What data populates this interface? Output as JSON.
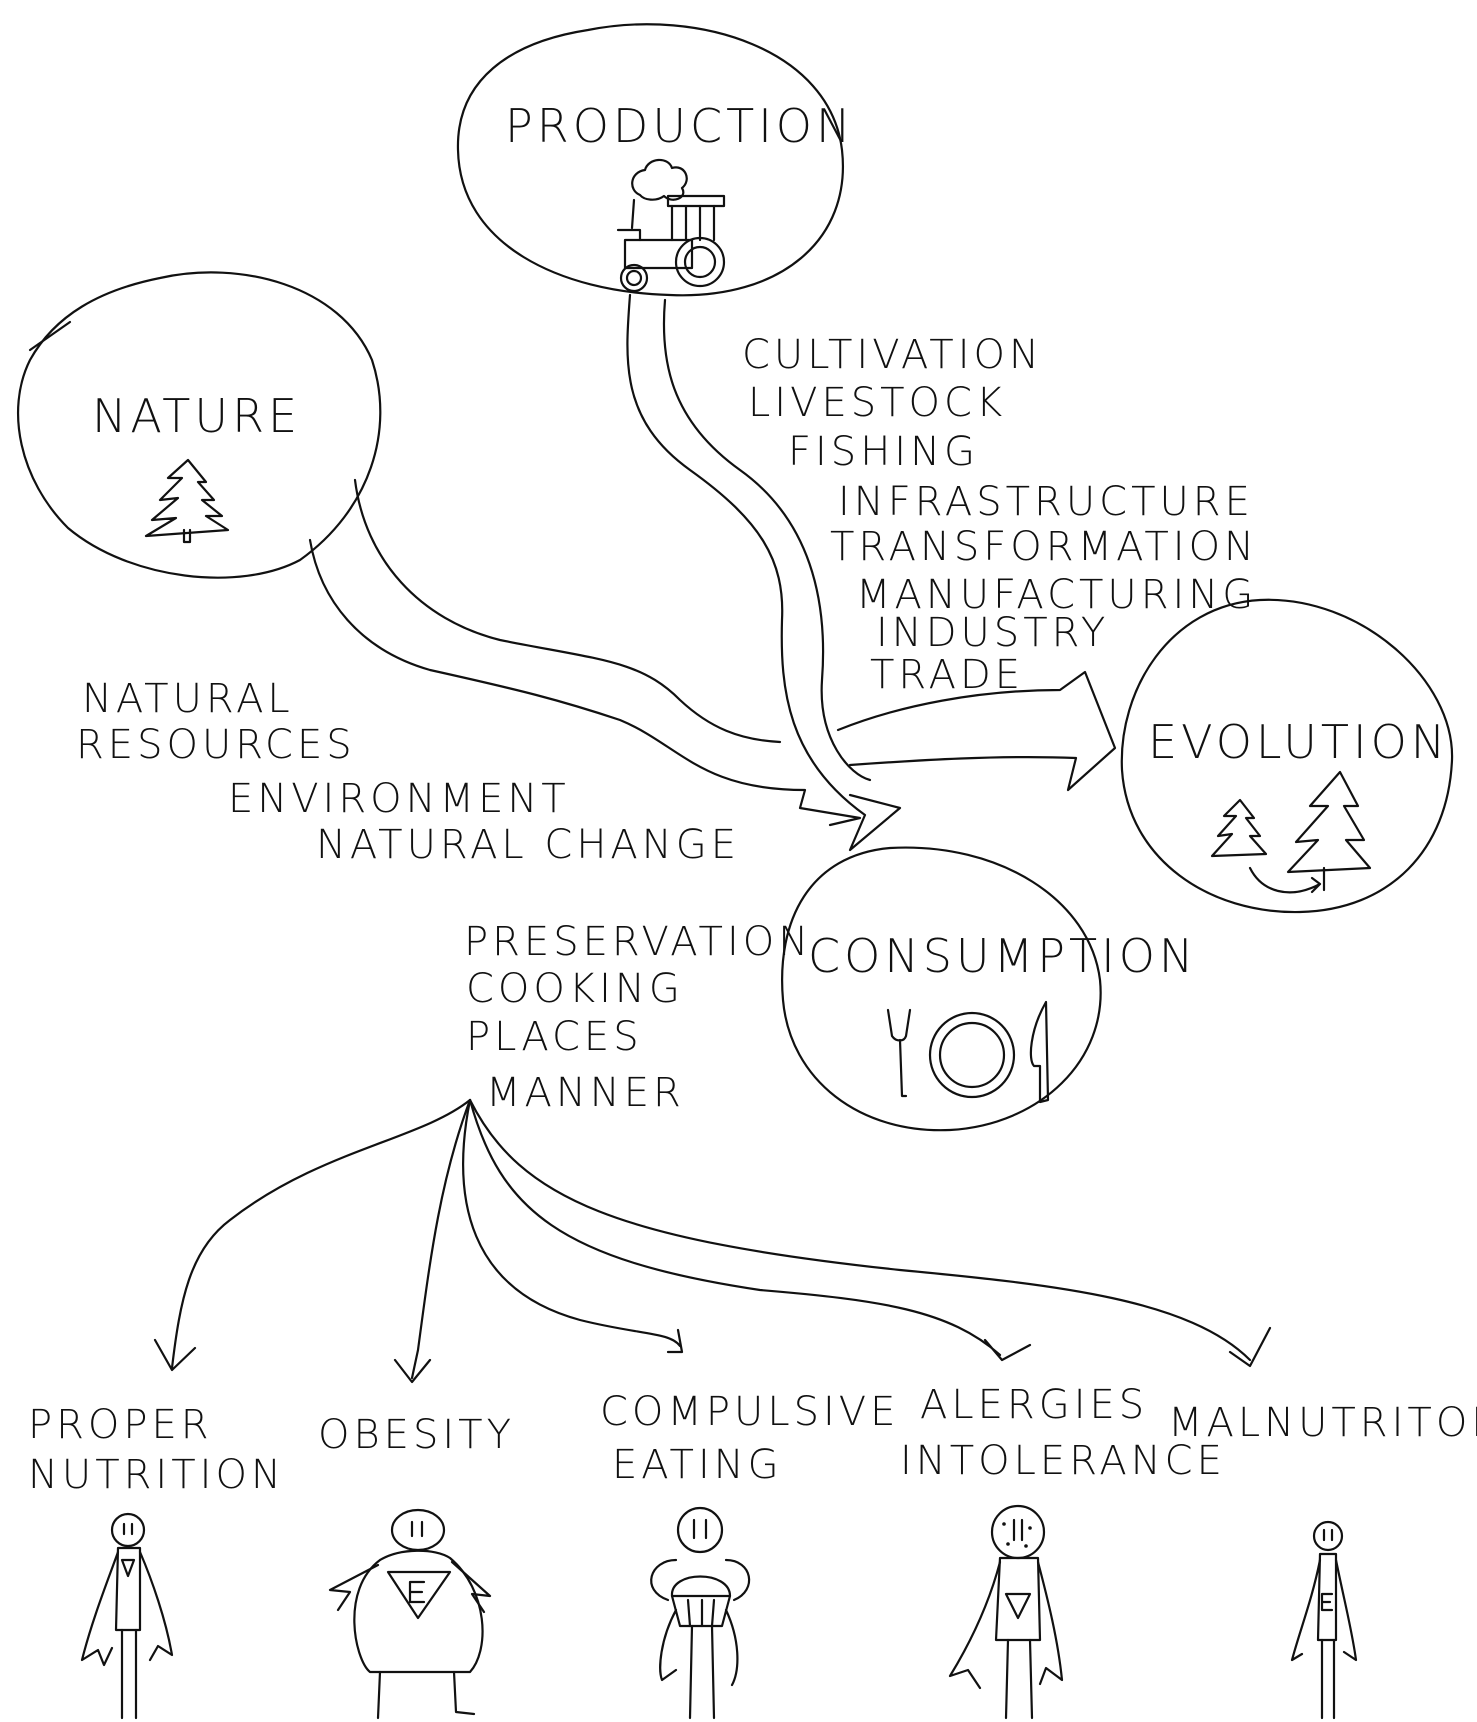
{
  "nodes": {
    "production": {
      "label": "PRODUCTION",
      "icon": "tractor-icon"
    },
    "nature": {
      "label": "NATURE",
      "icon": "tree-icon"
    },
    "evolution": {
      "label": "EVOLUTION",
      "icon": "growing-trees-icon"
    },
    "consumption": {
      "label": "CONSUMPTION",
      "icon": "plate-fork-knife-icon"
    }
  },
  "production_factors": [
    "CULTIVATION",
    "LIVESTOCK",
    "FISHING",
    "INFRASTRUCTURE",
    "TRANSFORMATION",
    "MANUFACTURING",
    "INDUSTRY",
    "TRADE"
  ],
  "nature_factors": [
    "NATURAL",
    "RESOURCES",
    "ENVIRONMENT",
    "NATURAL CHANGE"
  ],
  "consumption_factors": [
    "PRESERVATION",
    "COOKING",
    "PLACES",
    "MANNER"
  ],
  "outcomes": [
    {
      "lines": [
        "PROPER",
        "NUTRITION"
      ],
      "figure": "thin-person-icon"
    },
    {
      "lines": [
        "OBESITY"
      ],
      "figure": "obese-person-icon"
    },
    {
      "lines": [
        "COMPULSIVE",
        "EATING"
      ],
      "figure": "eating-person-icon"
    },
    {
      "lines": [
        "ALERGIES",
        "INTOLERANCE"
      ],
      "figure": "allergic-person-icon"
    },
    {
      "lines": [
        "MALNUTRITON"
      ],
      "figure": "malnourished-person-icon"
    }
  ]
}
